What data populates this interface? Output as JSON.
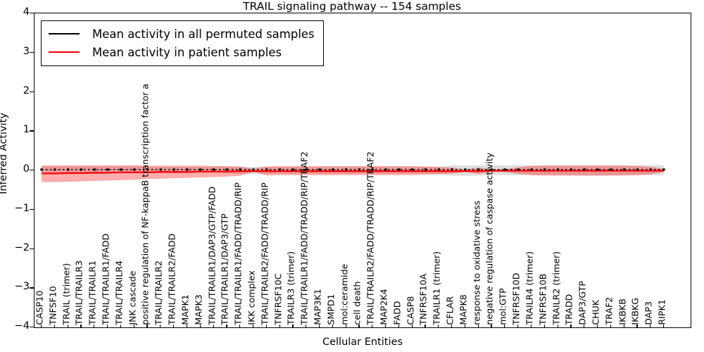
{
  "chart_data": {
    "type": "line",
    "title": "TRAIL signaling pathway -- 154 samples",
    "xlabel": "Cellular Entities",
    "ylabel": "Inferred Activity",
    "ylim": [
      -4,
      4
    ],
    "yticks": [
      4,
      3,
      2,
      1,
      0,
      -1,
      -2,
      -3,
      -4
    ],
    "grid": false,
    "legend_position": "upper left",
    "categories": [
      "CASP10",
      "TNFSF10",
      "TRAIL (trimer)",
      "TRAIL/TRAILR3",
      "TRAIL/TRAILR1",
      "TRAIL/TRAILR1/FADD",
      "TRAIL/TRAILR4",
      "JNK cascade",
      "positive regulation of NF-kappaB transcription factor a",
      "TRAIL/TRAILR2",
      "TRAIL/TRAILR2/FADD",
      "MAPK1",
      "MAPK3",
      "TRAIL/TRAILR1/DAP3/GTP/FADD",
      "TRAIL/TRAILR1/DAP3/GTP",
      "TRAIL/TRAILR1/FADD/TRADD/RIP",
      "IKK complex",
      "TRAIL/TRAILR2/FADD/TRADD/RIP",
      "TNFRSF10C",
      "TRAILR3 (trimer)",
      "TRAIL/TRAILR1/FADD/TRADD/RIP/TRAF2",
      "MAP3K1",
      "SMPD1",
      "mol:ceramide",
      "cell death",
      "TRAIL/TRAILR2/FADD/TRADD/RIP/TRAF2",
      "MAP2K4",
      "FADD",
      "CASP8",
      "TNFRSF10A",
      "TRAILR1 (trimer)",
      "CFLAR",
      "MAPK8",
      "response to oxidative stress",
      "negative regulation of caspase activity",
      "mol:GTP",
      "TNFRSF10D",
      "TRAILR4 (trimer)",
      "TNFRSF10B",
      "TRAILR2 (trimer)",
      "TRADD",
      "DAP3/GTP",
      "CHUK",
      "TRAF2",
      "IKBKB",
      "IKBKG",
      "DAP3",
      "RIPK1"
    ],
    "series": [
      {
        "name": "Mean activity in all permuted samples",
        "color": "#000000",
        "style": "dotted-with-markers",
        "values": [
          0.02,
          0.02,
          0.02,
          0.02,
          0.02,
          0.02,
          0.02,
          0.02,
          0.02,
          0.02,
          0.02,
          0.02,
          0.02,
          0.02,
          0.02,
          0.02,
          0.02,
          0.02,
          0.02,
          0.02,
          0.02,
          0.02,
          0.02,
          0.02,
          0.02,
          0.02,
          0.02,
          0.02,
          0.02,
          0.02,
          0.02,
          0.02,
          0.02,
          0.02,
          0.02,
          0.02,
          0.02,
          0.02,
          0.02,
          0.02,
          0.02,
          0.02,
          0.02,
          0.02,
          0.02,
          0.02,
          0.02,
          0.02
        ],
        "band_upper": [
          0.1,
          0.1,
          0.1,
          0.1,
          0.1,
          0.1,
          0.1,
          0.1,
          0.09,
          0.09,
          0.09,
          0.09,
          0.09,
          0.09,
          0.09,
          0.09,
          0.09,
          0.09,
          0.09,
          0.09,
          0.09,
          0.09,
          0.09,
          0.09,
          0.09,
          0.09,
          0.09,
          0.09,
          0.09,
          0.09,
          0.09,
          0.13,
          0.13,
          0.13,
          0.13,
          0.13,
          0.13,
          0.13,
          0.13,
          0.13,
          0.13,
          0.13,
          0.13,
          0.13,
          0.13,
          0.13,
          0.13,
          0.13
        ],
        "band_lower": [
          -0.07,
          -0.07,
          -0.07,
          -0.07,
          -0.07,
          -0.07,
          -0.07,
          -0.07,
          -0.07,
          -0.07,
          -0.07,
          -0.07,
          -0.07,
          -0.07,
          -0.08,
          -0.09,
          -0.09,
          -0.09,
          -0.08,
          -0.08,
          -0.08,
          -0.08,
          -0.08,
          -0.08,
          -0.08,
          -0.08,
          -0.08,
          -0.08,
          -0.08,
          -0.08,
          -0.09,
          -0.14,
          -0.14,
          -0.13,
          -0.12,
          -0.12,
          -0.12,
          -0.12,
          -0.12,
          -0.12,
          -0.13,
          -0.14,
          -0.14,
          -0.13,
          -0.12,
          -0.12,
          -0.12,
          -0.12
        ]
      },
      {
        "name": "Mean activity in patient samples",
        "color": "#ff0000",
        "style": "solid",
        "values": [
          -0.08,
          -0.08,
          -0.07,
          -0.07,
          -0.06,
          -0.06,
          -0.05,
          -0.05,
          -0.05,
          -0.04,
          -0.04,
          -0.04,
          -0.03,
          -0.03,
          -0.03,
          -0.02,
          -0.02,
          -0.02,
          -0.02,
          -0.02,
          -0.02,
          -0.02,
          -0.02,
          -0.02,
          -0.02,
          -0.02,
          -0.02,
          -0.02,
          -0.02,
          -0.02,
          -0.02,
          -0.02,
          -0.02,
          -0.02,
          -0.01,
          -0.01,
          -0.01,
          -0.01,
          -0.01,
          -0.01,
          -0.01,
          -0.01,
          -0.01,
          -0.01,
          -0.01,
          -0.01,
          -0.01,
          -0.01
        ],
        "band_upper": [
          0.12,
          0.13,
          0.13,
          0.13,
          0.13,
          0.13,
          0.13,
          0.13,
          0.12,
          0.12,
          0.12,
          0.12,
          0.12,
          0.11,
          0.11,
          0.1,
          0.04,
          0.1,
          0.11,
          0.11,
          0.11,
          0.11,
          0.11,
          0.11,
          0.11,
          0.11,
          0.11,
          0.11,
          0.11,
          0.1,
          0.09,
          0.07,
          0.03,
          0.07,
          0.03,
          0.03,
          0.08,
          0.11,
          0.12,
          0.12,
          0.12,
          0.12,
          0.12,
          0.12,
          0.12,
          0.11,
          0.09,
          0.04
        ],
        "band_lower": [
          -0.3,
          -0.3,
          -0.29,
          -0.28,
          -0.27,
          -0.26,
          -0.25,
          -0.24,
          -0.22,
          -0.21,
          -0.2,
          -0.19,
          -0.18,
          -0.17,
          -0.16,
          -0.14,
          -0.04,
          -0.13,
          -0.12,
          -0.12,
          -0.12,
          -0.12,
          -0.12,
          -0.12,
          -0.12,
          -0.12,
          -0.12,
          -0.12,
          -0.12,
          -0.11,
          -0.1,
          -0.08,
          -0.04,
          -0.09,
          -0.04,
          -0.04,
          -0.09,
          -0.12,
          -0.13,
          -0.13,
          -0.13,
          -0.13,
          -0.13,
          -0.13,
          -0.13,
          -0.12,
          -0.1,
          -0.04
        ]
      }
    ]
  },
  "legend": {
    "items": [
      {
        "label": "Mean activity in all permuted samples",
        "color": "#000000"
      },
      {
        "label": "Mean activity in patient samples",
        "color": "#ff0000"
      }
    ]
  }
}
